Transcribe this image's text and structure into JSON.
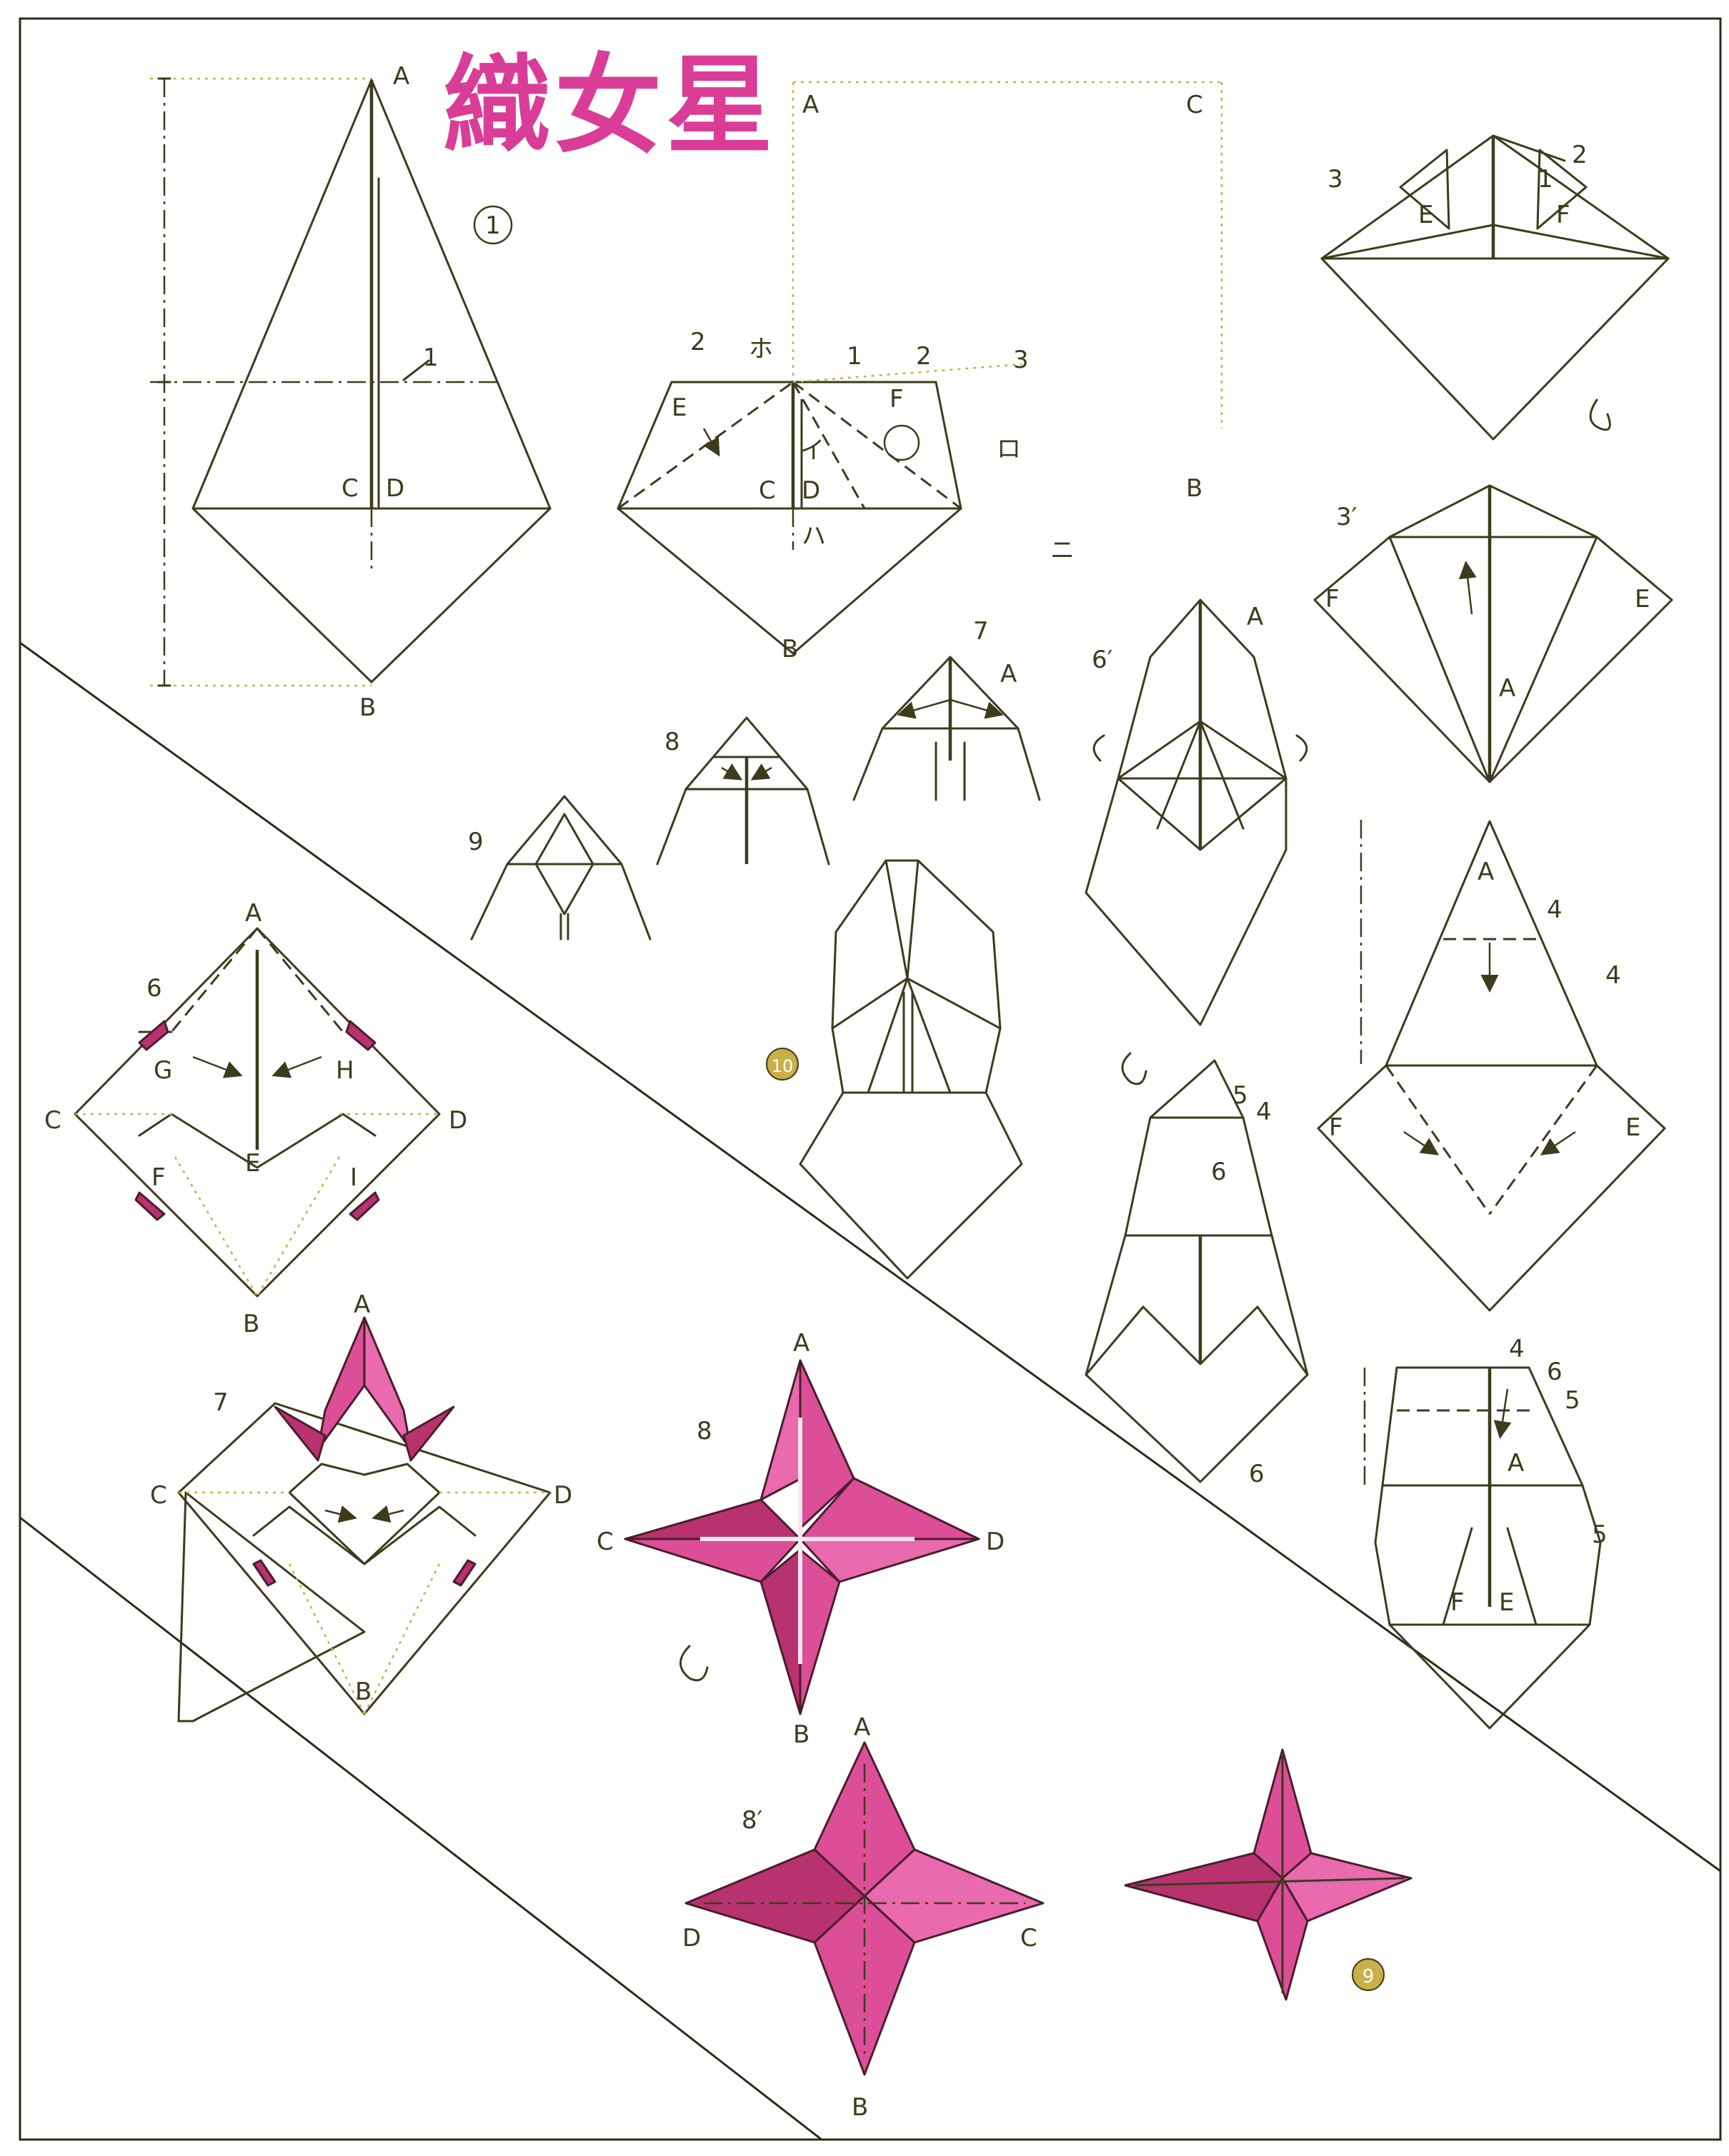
{
  "title": "織女星",
  "point_labels": {
    "A": "A",
    "B": "B",
    "C": "C",
    "D": "D",
    "E": "E",
    "F": "F",
    "G": "G",
    "H": "H",
    "I": "I",
    "ho": "ホ",
    "i": "イ",
    "ro": "ロ",
    "ha": "ハ",
    "ni": "ニ",
    "l1": "1",
    "l2": "2",
    "l3": "3",
    "l4": "4",
    "l5": "5",
    "l6": "6"
  },
  "step_numbers": {
    "s1": "1",
    "s2": "2",
    "s3": "3",
    "s3p": "3′",
    "s4": "4",
    "s5": "5",
    "s6": "6",
    "s6p": "6′",
    "s7": "7",
    "s8": "8",
    "s9": "9",
    "s10": "10",
    "s6b": "6",
    "s7b": "7",
    "s8b": "8",
    "s8bp": "8′",
    "s9b": "9"
  },
  "colors": {
    "paper_front": "#dc4e98",
    "line": "#3d3b1c",
    "title": "#d93d97"
  }
}
